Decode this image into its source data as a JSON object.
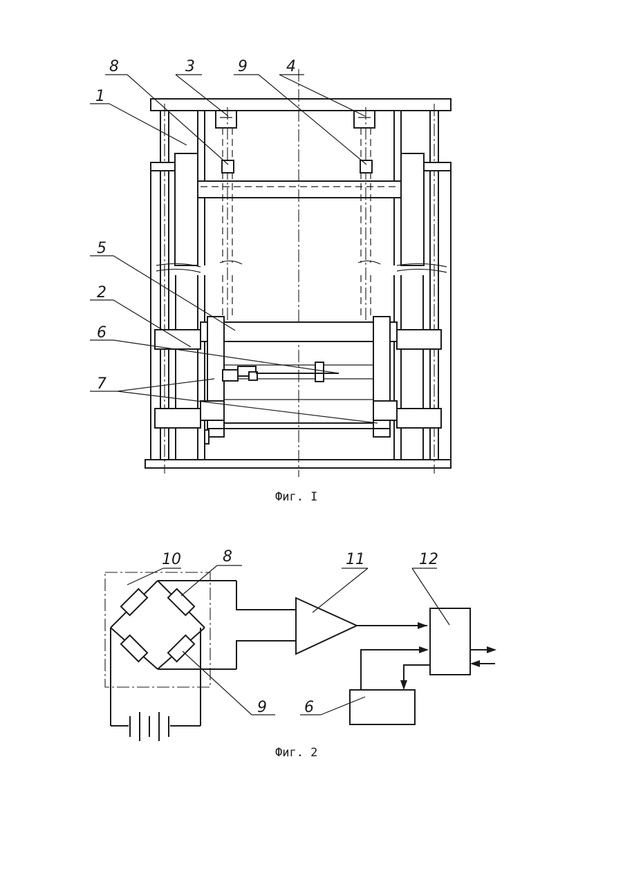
{
  "figure1": {
    "caption": "Фиг. I",
    "labels": {
      "l1": "1",
      "l2": "2",
      "l3": "3",
      "l4": "4",
      "l5": "5",
      "l6": "6",
      "l7": "7",
      "l8": "8",
      "l9": "9"
    }
  },
  "figure2": {
    "caption": "Фиг. 2",
    "labels": {
      "l10": "10",
      "l8": "8",
      "l11": "11",
      "l12": "12",
      "l9": "9",
      "l6": "6"
    }
  }
}
